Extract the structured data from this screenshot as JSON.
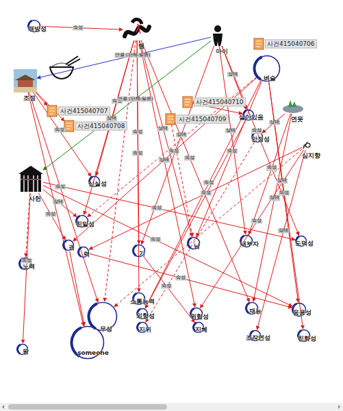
{
  "diagram": {
    "nodes": [
      {
        "text": [
          "개방성"
        ]
      },
      {
        "text": [
          "뱀"
        ]
      },
      {
        "text": [
          "아이"
        ]
      },
      {
        "text": [
          "사건415040706"
        ]
      },
      {
        "text": [
          "벼슬"
        ]
      },
      {
        "text": [
          "조정"
        ]
      },
      {
        "text": [
          "사건415040707"
        ]
      },
      {
        "text": [
          "사건415040708"
        ]
      },
      {
        "text": [
          "사건415040710"
        ]
      },
      {
        "text": [
          "사건415040709"
        ]
      },
      {
        "text": [
          "살아있음"
        ]
      },
      {
        "text": [
          "연못"
        ]
      },
      {
        "text": [
          "안정성"
        ]
      },
      {
        "text": [
          "심지향"
        ]
      },
      {
        "text": [
          "사헌"
        ]
      },
      {
        "text": [
          "신실성"
        ]
      },
      {
        "text": [
          "친밀성"
        ]
      },
      {
        "text": [
          "권"
        ]
      },
      {
        "text": [
          "력"
        ]
      },
      {
        "text": [
          "기"
        ]
      },
      {
        "text": [
          "남"
        ]
      },
      {
        "text": [
          "내부자"
        ]
      },
      {
        "text": [
          "도덕성"
        ]
      },
      {
        "text": [
          "노력"
        ]
      },
      {
        "text": [
          "소통능력"
        ]
      },
      {
        "text": [
          "외향성"
        ]
      },
      {
        "text": [
          "위험성"
        ]
      },
      {
        "text": [
          "재능"
        ]
      },
      {
        "text": [
          "응용성"
        ]
      },
      {
        "text": [
          "무성"
        ]
      },
      {
        "text": [
          "지위"
        ]
      },
      {
        "text": [
          "지혜"
        ]
      },
      {
        "text": [
          "조작연성"
        ]
      },
      {
        "text": [
          "친화성"
        ]
      },
      {
        "text": [
          "someone"
        ]
      },
      {
        "text": [
          "왕"
        ]
      }
    ],
    "edges": [
      {
        "from": 0,
        "to": 1,
        "arrow": "to",
        "label": "속성"
      },
      {
        "from": 1,
        "to": 15,
        "arrow": "to",
        "label": "속성"
      },
      {
        "from": 1,
        "to": 16,
        "arrow": "to",
        "label": "상태"
      },
      {
        "from": 1,
        "to": 19,
        "arrow": "to",
        "label": "속성"
      },
      {
        "from": 1,
        "to": 20,
        "arrow": "to",
        "label": "상태"
      },
      {
        "from": 1,
        "to": 24,
        "arrow": "to",
        "label": "속성"
      },
      {
        "from": 1,
        "to": 27,
        "arrow": "to",
        "label": "속성"
      },
      {
        "from": 1,
        "to": 29,
        "arrow": "to"
      },
      {
        "from": 1,
        "to": 26,
        "arrow": "to",
        "label": "상태"
      },
      {
        "from": 2,
        "to": 5,
        "arrow": "to",
        "label": "연결 (단체-일원)"
      },
      {
        "from": 2,
        "to": 14,
        "arrow": "to",
        "label": "연결 (단체-일원)"
      },
      {
        "from": 2,
        "to": 10,
        "arrow": "to",
        "label": "상태"
      },
      {
        "from": 2,
        "to": 21,
        "arrow": "to",
        "label": "상태"
      },
      {
        "from": 2,
        "to": 22,
        "arrow": "to",
        "label": "속성"
      },
      {
        "from": 2,
        "to": 19,
        "arrow": "to",
        "label": "상태"
      },
      {
        "from": 4,
        "to": 17,
        "arrow": "to",
        "label": "속성"
      },
      {
        "from": 4,
        "to": 20,
        "arrow": "to",
        "label": "속성"
      },
      {
        "from": 4,
        "to": 28,
        "arrow": "to",
        "label": "상태"
      },
      {
        "from": 4,
        "to": 33,
        "arrow": "to",
        "label": "속성"
      },
      {
        "from": 4,
        "to": 25,
        "arrow": "to",
        "label": "속성"
      },
      {
        "from": 4,
        "to": 16,
        "arrow": "to"
      },
      {
        "from": 5,
        "to": 6,
        "arrow": "to"
      },
      {
        "from": 5,
        "to": 7,
        "arrow": "to"
      },
      {
        "from": 5,
        "to": 15,
        "arrow": "to",
        "label": "속성"
      },
      {
        "from": 5,
        "to": 29,
        "arrow": "to",
        "label": "속성"
      },
      {
        "from": 5,
        "to": 34,
        "arrow": "to"
      },
      {
        "from": 14,
        "to": 16,
        "arrow": "to",
        "label": "상태"
      },
      {
        "from": 14,
        "to": 17,
        "arrow": "to",
        "label": "속성"
      },
      {
        "from": 14,
        "to": 22,
        "arrow": "to",
        "label": "속성"
      },
      {
        "from": 14,
        "to": 28,
        "arrow": "to",
        "label": "속성"
      },
      {
        "from": 14,
        "to": 35,
        "arrow": "to",
        "label": "속성"
      },
      {
        "from": 14,
        "to": 23,
        "arrow": "to"
      },
      {
        "from": 11,
        "to": 12,
        "arrow": "to",
        "label": "상태"
      },
      {
        "from": 11,
        "to": 21,
        "arrow": "to",
        "label": "속성"
      },
      {
        "from": 11,
        "to": 27,
        "arrow": "to",
        "label": "상태"
      },
      {
        "from": 13,
        "to": 18,
        "arrow": "to",
        "label": "속성"
      },
      {
        "from": 13,
        "to": 26,
        "arrow": "to",
        "label": "속성"
      },
      {
        "from": 13,
        "to": 32,
        "arrow": "to",
        "label": "상태"
      },
      {
        "from": 13,
        "to": 29,
        "arrow": "to"
      },
      {
        "from": 8,
        "to": 10,
        "arrow": "to"
      },
      {
        "from": 9,
        "to": 20,
        "arrow": "to"
      },
      {
        "from": 18,
        "to": 28,
        "arrow": "to",
        "label": "속성"
      },
      {
        "from": 17,
        "to": 34,
        "arrow": "to"
      },
      {
        "from": 19,
        "to": 31,
        "arrow": "to",
        "label": "속성"
      },
      {
        "from": 12,
        "to": 30,
        "arrow": "to"
      },
      {
        "from": 10,
        "to": 25,
        "arrow": "to"
      }
    ]
  }
}
